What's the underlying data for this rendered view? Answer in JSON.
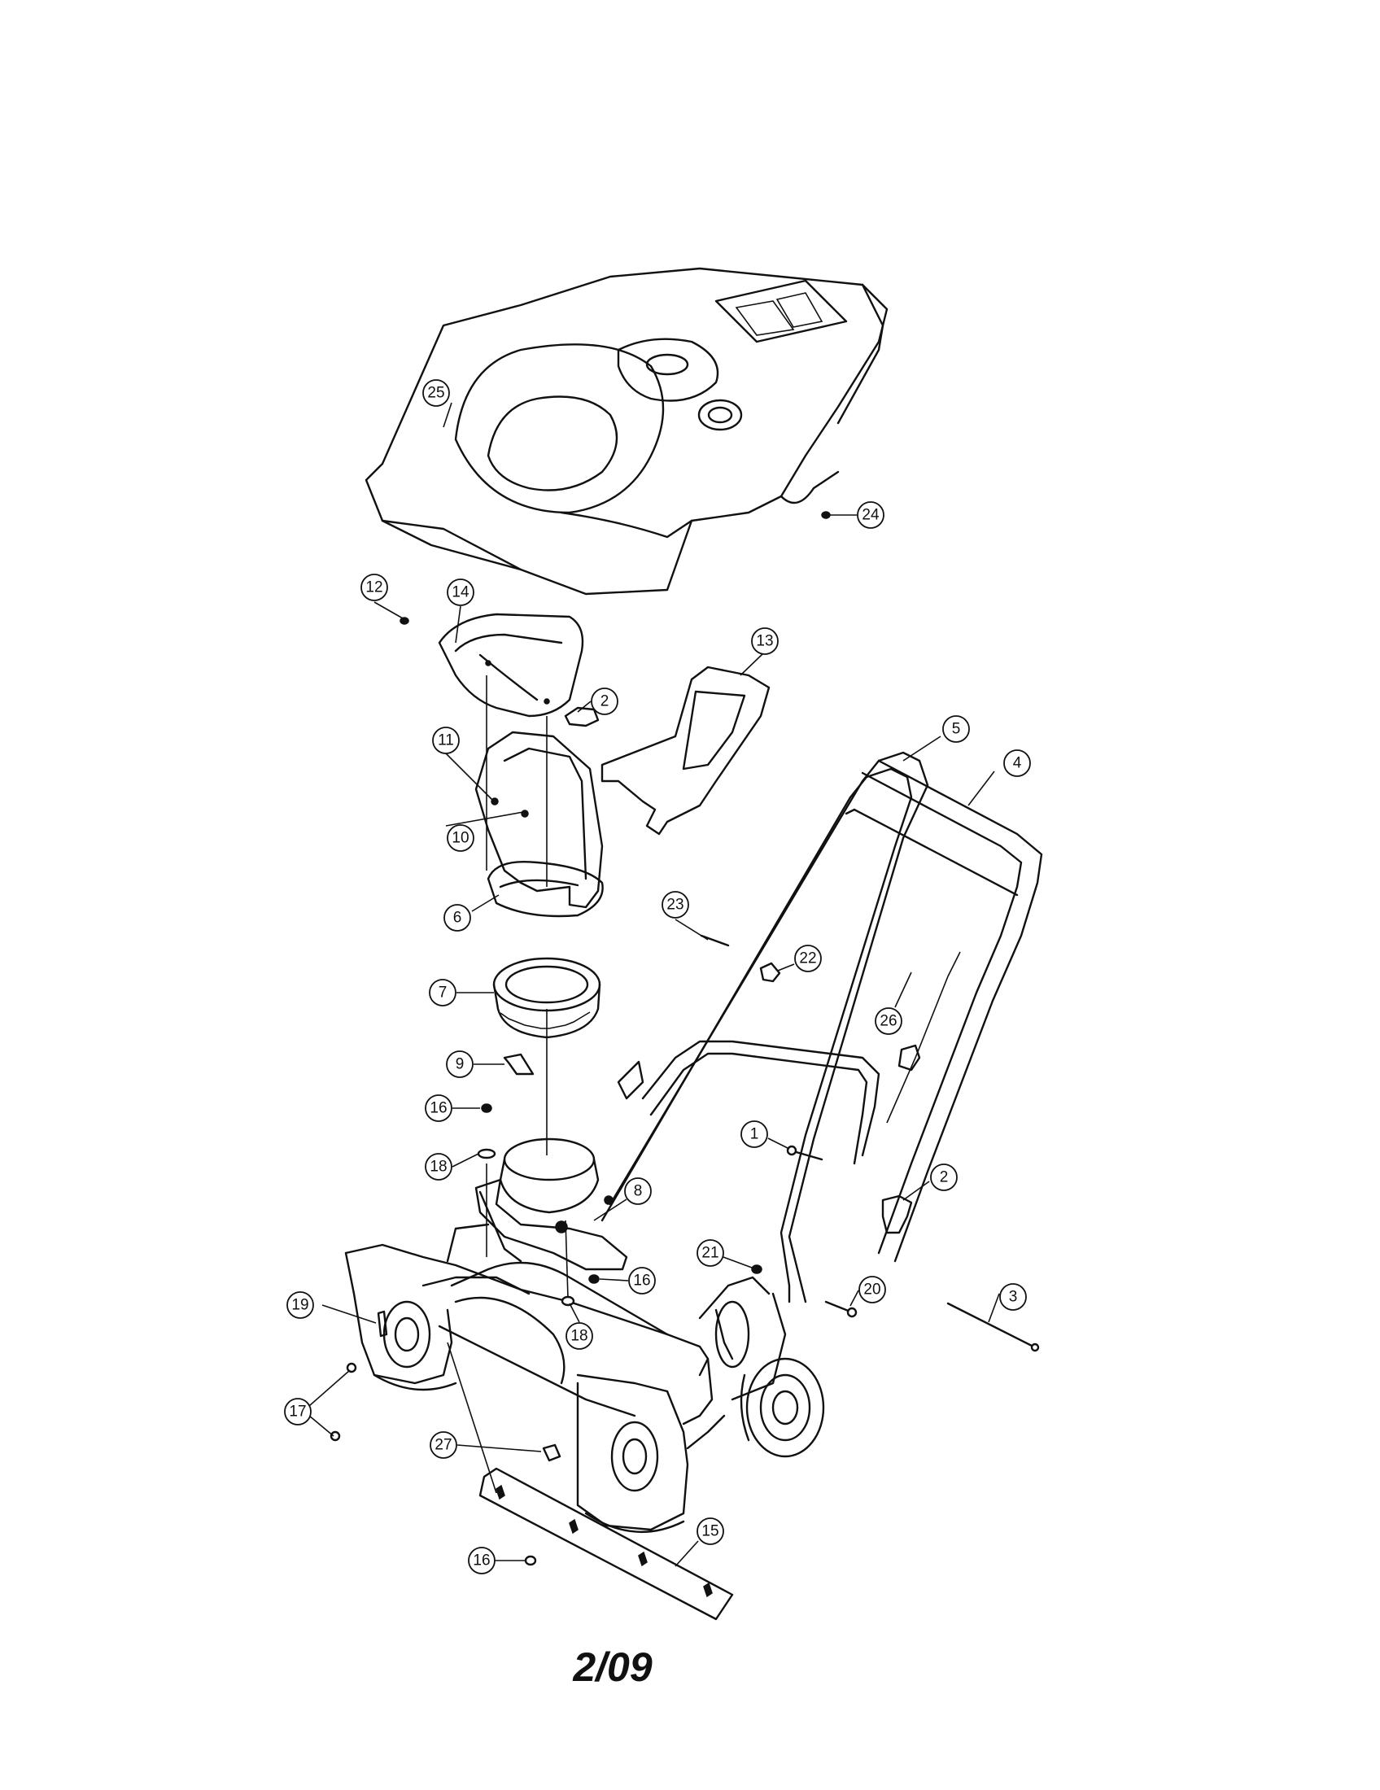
{
  "diagram": {
    "callouts": [
      {
        "id": "c25",
        "label": "25"
      },
      {
        "id": "c24",
        "label": "24"
      },
      {
        "id": "c12",
        "label": "12"
      },
      {
        "id": "c14",
        "label": "14"
      },
      {
        "id": "c2a",
        "label": "2"
      },
      {
        "id": "c13",
        "label": "13"
      },
      {
        "id": "c11",
        "label": "11"
      },
      {
        "id": "c10",
        "label": "10"
      },
      {
        "id": "c5",
        "label": "5"
      },
      {
        "id": "c4",
        "label": "4"
      },
      {
        "id": "c6",
        "label": "6"
      },
      {
        "id": "c23",
        "label": "23"
      },
      {
        "id": "c22",
        "label": "22"
      },
      {
        "id": "c7",
        "label": "7"
      },
      {
        "id": "c26",
        "label": "26"
      },
      {
        "id": "c9",
        "label": "9"
      },
      {
        "id": "c16a",
        "label": "16"
      },
      {
        "id": "c18a",
        "label": "18"
      },
      {
        "id": "c1",
        "label": "1"
      },
      {
        "id": "c2b",
        "label": "2"
      },
      {
        "id": "c8",
        "label": "8"
      },
      {
        "id": "c21",
        "label": "21"
      },
      {
        "id": "c16b",
        "label": "16"
      },
      {
        "id": "c20",
        "label": "20"
      },
      {
        "id": "c3",
        "label": "3"
      },
      {
        "id": "c19",
        "label": "19"
      },
      {
        "id": "c18b",
        "label": "18"
      },
      {
        "id": "c17",
        "label": "17"
      },
      {
        "id": "c27",
        "label": "27"
      },
      {
        "id": "c15",
        "label": "15"
      },
      {
        "id": "c16c",
        "label": "16"
      }
    ]
  },
  "footer": {
    "page_code": "2/09"
  }
}
